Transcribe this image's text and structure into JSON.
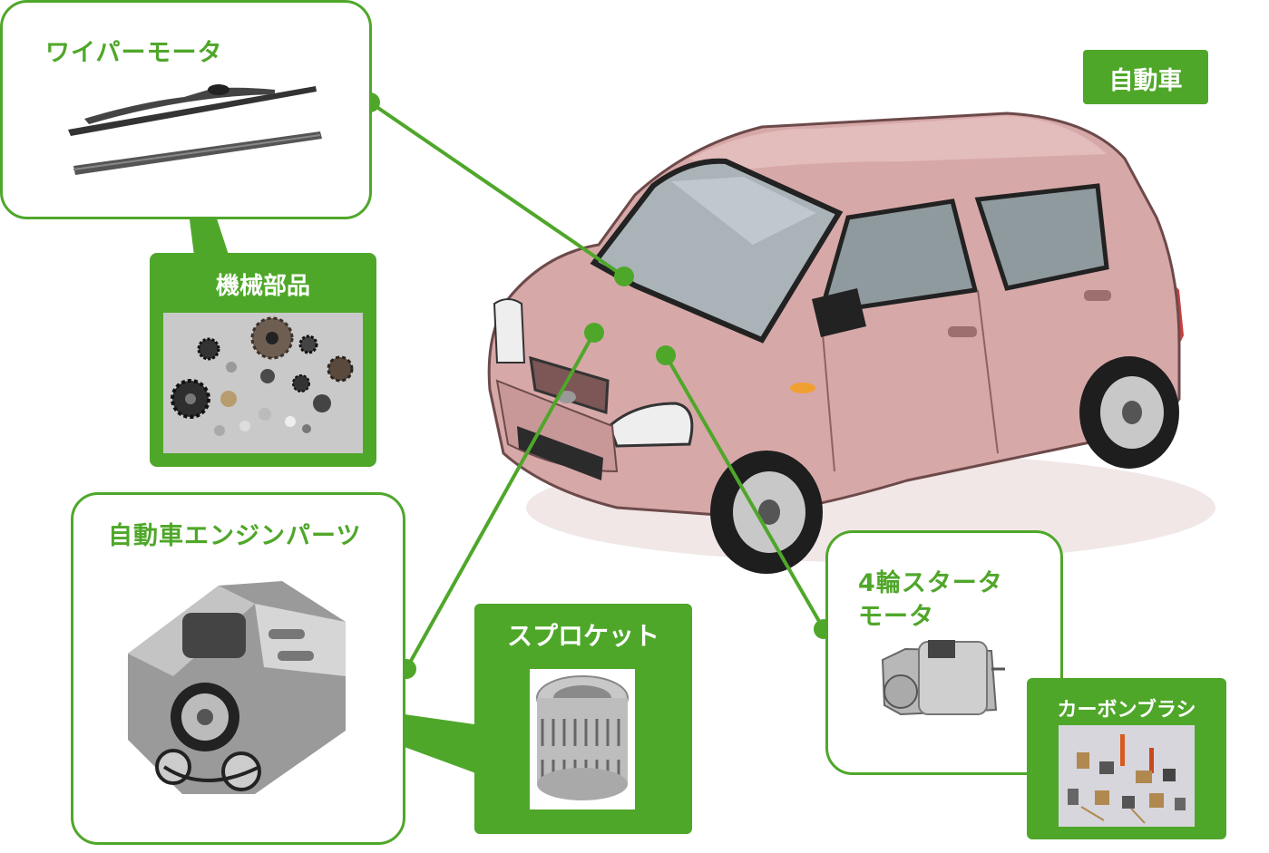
{
  "colors": {
    "accent": "#4fa72a",
    "car_body": "#d7a8a8",
    "tag_bg": "#4fa72a"
  },
  "tag": {
    "label": "自動車"
  },
  "callouts": {
    "wiper_motor": {
      "title": "ワイパーモータ"
    },
    "mechanical_parts": {
      "title": "機械部品"
    },
    "engine_parts": {
      "title": "自動車エンジンパーツ"
    },
    "sprocket": {
      "title": "スプロケット"
    },
    "starter_motor": {
      "title_line1": "4輪スタータ",
      "title_line2": "モータ"
    },
    "carbon_brush": {
      "title": "カーボンブラシ"
    }
  }
}
